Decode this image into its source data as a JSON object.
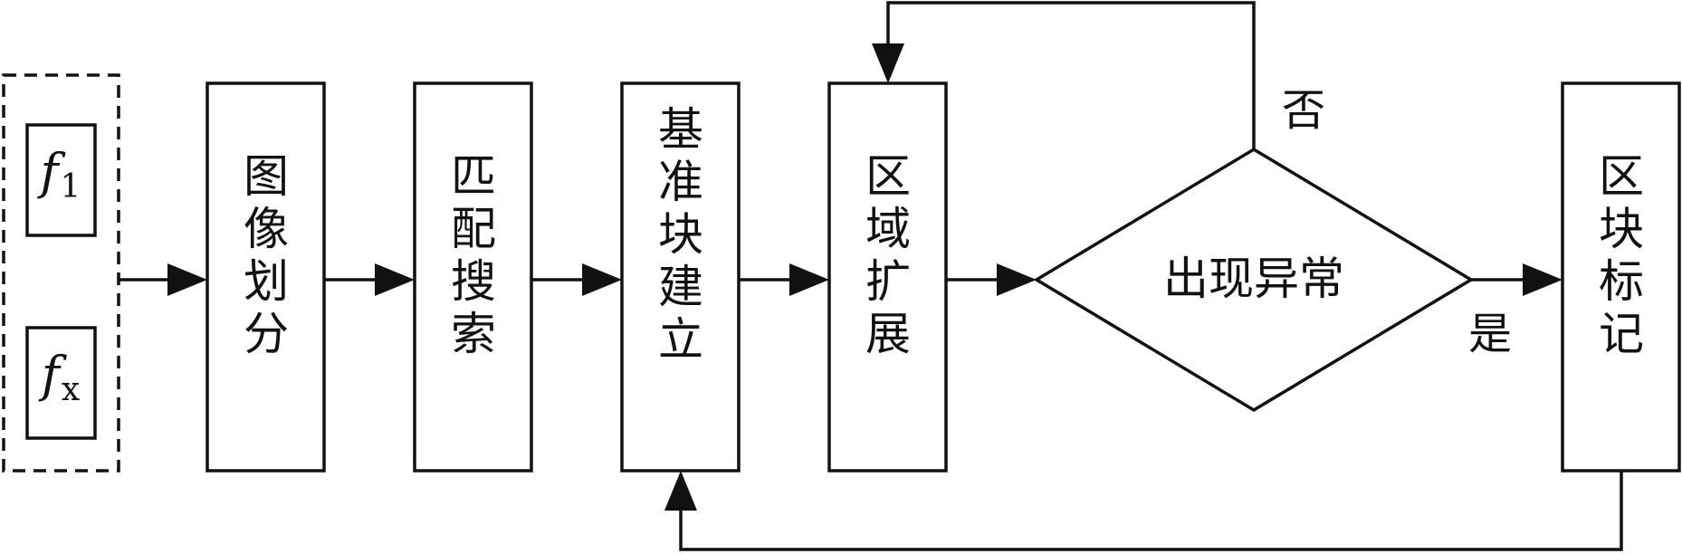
{
  "inputs": {
    "frame_first": {
      "symbol": "f",
      "subscript": "1"
    },
    "frame_last": {
      "symbol": "f",
      "subscript": "x"
    }
  },
  "steps": {
    "image_partition": "图像划分",
    "match_search": "匹配搜索",
    "reference_block": "基准块建立",
    "region_growth": "区域扩展",
    "block_mark": "区块标记"
  },
  "decision": {
    "question": "出现异常",
    "no_label": "否",
    "yes_label": "是"
  }
}
